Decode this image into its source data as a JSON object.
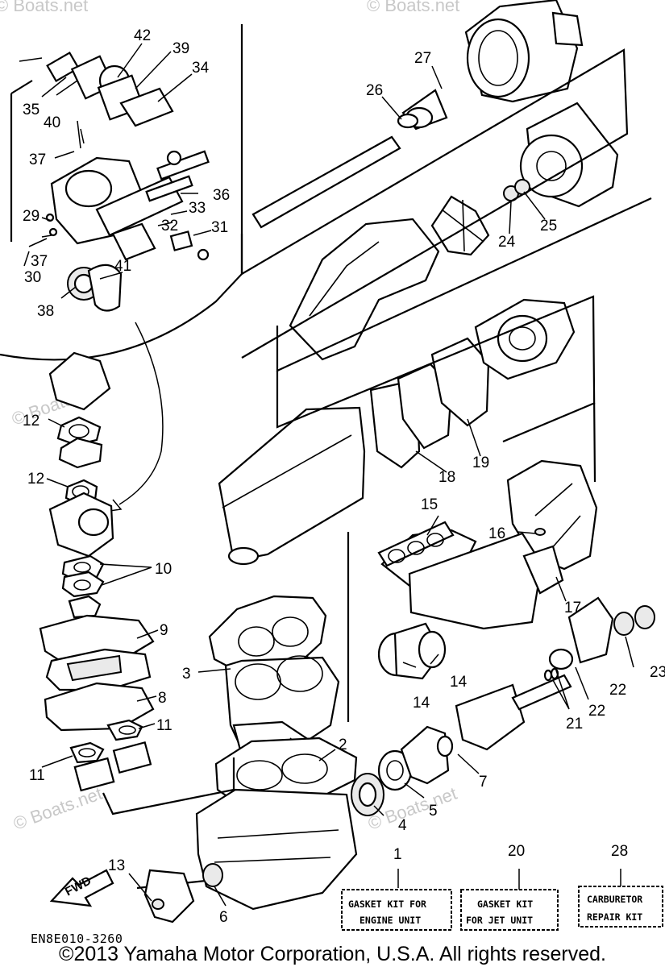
{
  "diagram": {
    "watermark": "© Boats.net",
    "drawing_code": "EN8E010-3260",
    "copyright": "©2013 Yamaha Motor Corporation, U.S.A. All rights reserved.",
    "fwd_label": "FWD",
    "callouts": [
      "42",
      "39",
      "34",
      "35",
      "40",
      "37",
      "36",
      "29",
      "33",
      "32",
      "31",
      "37",
      "30",
      "41",
      "38",
      "27",
      "26",
      "24",
      "25",
      "19",
      "18",
      "15",
      "16",
      "17",
      "12",
      "12",
      "10",
      "9",
      "8",
      "11",
      "11",
      "3",
      "14",
      "14",
      "2",
      "4",
      "5",
      "7",
      "21",
      "22",
      "22",
      "23",
      "13",
      "6"
    ],
    "kits": [
      {
        "number": "1",
        "line1": "GASKET KIT FOR",
        "line2": "ENGINE UNIT"
      },
      {
        "number": "20",
        "line1": "GASKET KIT",
        "line2": "FOR JET UNIT"
      },
      {
        "number": "28",
        "line1": "CARBURETOR",
        "line2": "REPAIR KIT"
      }
    ]
  }
}
